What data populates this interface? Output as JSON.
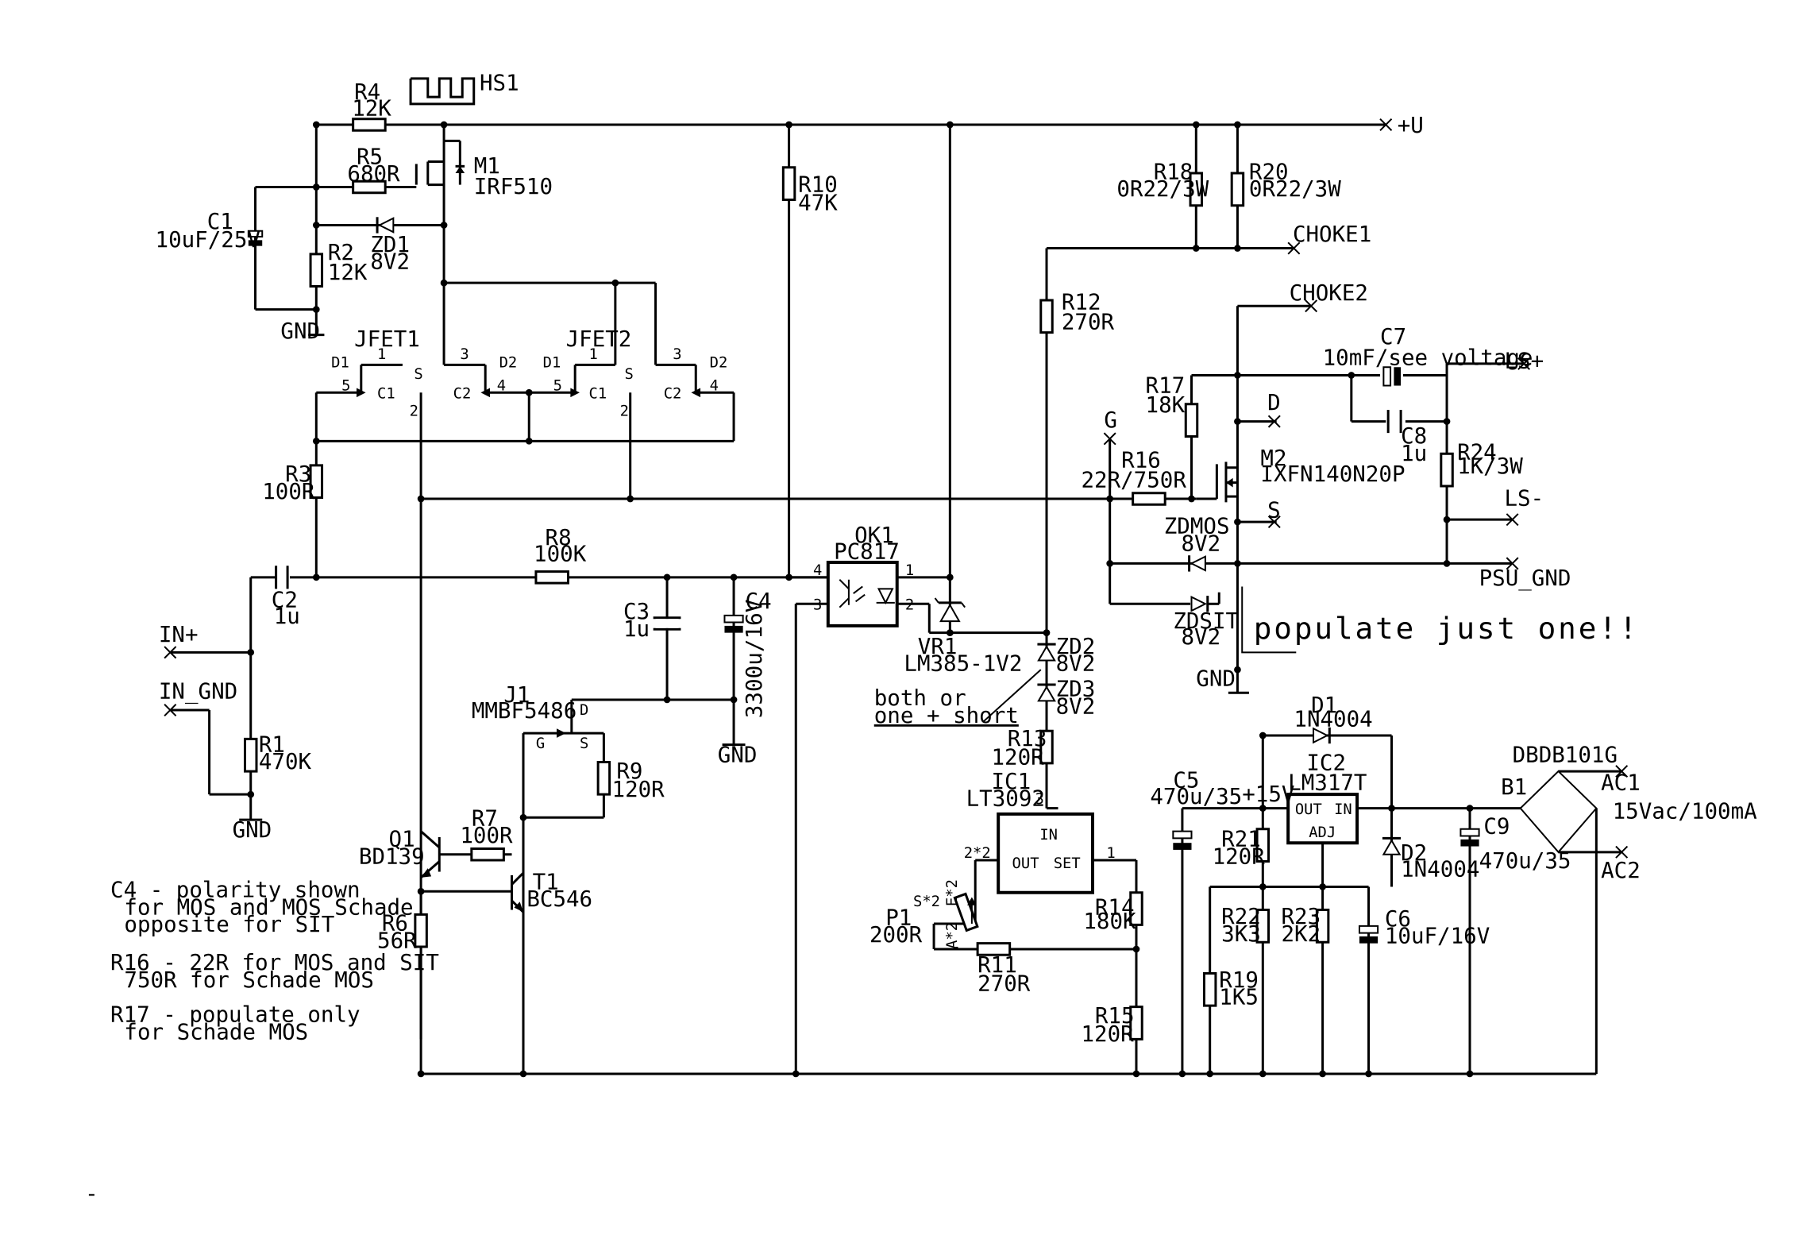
{
  "labels": {
    "hs1": "HS1",
    "r4_name": "R4",
    "r4_val": "12K",
    "r5_name": "R5",
    "r5_val": "680R",
    "m1_name": "M1",
    "m1_val": "IRF510",
    "c1_name": "C1",
    "c1_val": "10uF/25V",
    "r2_name": "R2",
    "r2_val": "12K",
    "zd1_name": "ZD1",
    "zd1_val": "8V2",
    "gnd1": "GND",
    "jfet1": "JFET1",
    "jfet2": "JFET2",
    "d1a": "D1",
    "d2a": "D2",
    "d1b": "D1",
    "d2b": "D2",
    "c1a": "C1",
    "c2a": "C2",
    "c1b": "C1",
    "c2b": "C2",
    "sa": "S",
    "sb": "S",
    "pin1a": "1",
    "pin2a": "2",
    "pin3a": "3",
    "pin4a": "4",
    "pin5a": "5",
    "pin1b": "1",
    "pin2b": "2",
    "pin3b": "3",
    "pin4b": "4",
    "pin5b": "5",
    "r3_name": "R3",
    "r3_val": "100R",
    "r10_name": "R10",
    "r10_val": "47K",
    "r8_name": "R8",
    "r8_val": "100K",
    "c2_name": "C2",
    "c2_val": "1u",
    "in_plus": "IN+",
    "in_gnd": "IN_GND",
    "r1_name": "R1",
    "r1_val": "470K",
    "gnd2": "GND",
    "c3_name": "C3",
    "c3_val": "1u",
    "c4_name": "C4",
    "c4_val": "3300u/16V",
    "gnd3": "GND",
    "j1_name": "J1",
    "j1_val": "MMBF5486",
    "j1_d": "D",
    "j1_g": "G",
    "j1_s": "S",
    "r9_name": "R9",
    "r9_val": "120R",
    "q1_name": "Q1",
    "q1_val": "BD139",
    "r7_name": "R7",
    "r7_val": "100R",
    "t1_name": "T1",
    "t1_val": "BC546",
    "r6_name": "R6",
    "r6_val": "56R",
    "ok1_name": "OK1",
    "ok1_val": "PC817",
    "ok_p1": "1",
    "ok_p2": "2",
    "ok_p3": "3",
    "ok_p4": "4",
    "vr1_name": "VR1",
    "vr1_val": "LM385-1V2",
    "zd2_name": "ZD2",
    "zd2_val": "8V2",
    "zd3_name": "ZD3",
    "zd3_val": "8V2",
    "both_or": "both or",
    "one_short": "one + short",
    "r13_name": "R13",
    "r13_val": "120R",
    "ic1_name": "IC1",
    "ic1_val": "LT3092",
    "ic1_in": "IN",
    "ic1_out": "OUT",
    "ic1_set": "SET",
    "ic1_p1": "1",
    "ic1_p2": "2*2",
    "ic1_p3": "3",
    "p1_name": "P1",
    "p1_val": "200R",
    "p1_s": "S*2",
    "p1_e": "E*2",
    "p1_a": "A*2",
    "r11_name": "R11",
    "r11_val": "270R",
    "r14_name": "R14",
    "r14_val": "180K",
    "r15_name": "R15",
    "r15_val": "120R",
    "r12_name": "R12",
    "r12_val": "270R",
    "plus_u": "+U",
    "r18_name": "R18",
    "r18_val": "0R22/3W",
    "r20_name": "R20",
    "r20_val": "0R22/3W",
    "choke1": "CHOKE1",
    "choke2": "CHOKE2",
    "c7_name": "C7",
    "c7_val": "10mF/see voltage",
    "ls_plus": "LS+",
    "ls_minus": "LS-",
    "psu_gnd": "PSU_GND",
    "r17_name": "R17",
    "r17_val": "18K",
    "d_lbl": "D",
    "g_lbl": "G",
    "s_lbl": "S",
    "c8_name": "C8",
    "c8_val": "1u",
    "r24_name": "R24",
    "r24_val": "1K/3W",
    "r16_name": "R16",
    "r16_val": "22R/750R",
    "m2_name": "M2",
    "m2_val": "IXFN140N20P",
    "zdmos_name": "ZDMOS",
    "zdmos_val": "8V2",
    "zdsit_name": "ZDSIT",
    "zdsit_val": "8V2",
    "populate": "populate just one!!",
    "gnd4": "GND",
    "d1_name": "D1",
    "d1_val": "1N4004",
    "ic2_name": "IC2",
    "ic2_val": "LM317T",
    "ic2_out": "OUT",
    "ic2_in": "IN",
    "ic2_adj": "ADJ",
    "c5_name": "C5",
    "c5_val": "470u/35",
    "plus15": "+15V",
    "r21_name": "R21",
    "r21_val": "120R",
    "d2_name": "D2",
    "d2_val": "1N4004",
    "r22_name": "R22",
    "r22_val": "3K3",
    "r23_name": "R23",
    "r23_val": "2K2",
    "c6_name": "C6",
    "c6_val": "10uF/16V",
    "r19_name": "R19",
    "r19_val": "1K5",
    "dbdb": "DBDB101G",
    "b1_name": "B1",
    "c9_name": "C9",
    "c9_val": "470u/35",
    "ac1": "AC1",
    "ac2": "AC2",
    "vac": "15Vac/100mA"
  },
  "notes": [
    "C4 - polarity shown",
    "for MOS and MOS Schade",
    "opposite for SIT",
    "R16 - 22R for MOS and SIT",
    "750R for Schade MOS",
    "R17 - populate only",
    "for Schade MOS"
  ],
  "dash": "-"
}
